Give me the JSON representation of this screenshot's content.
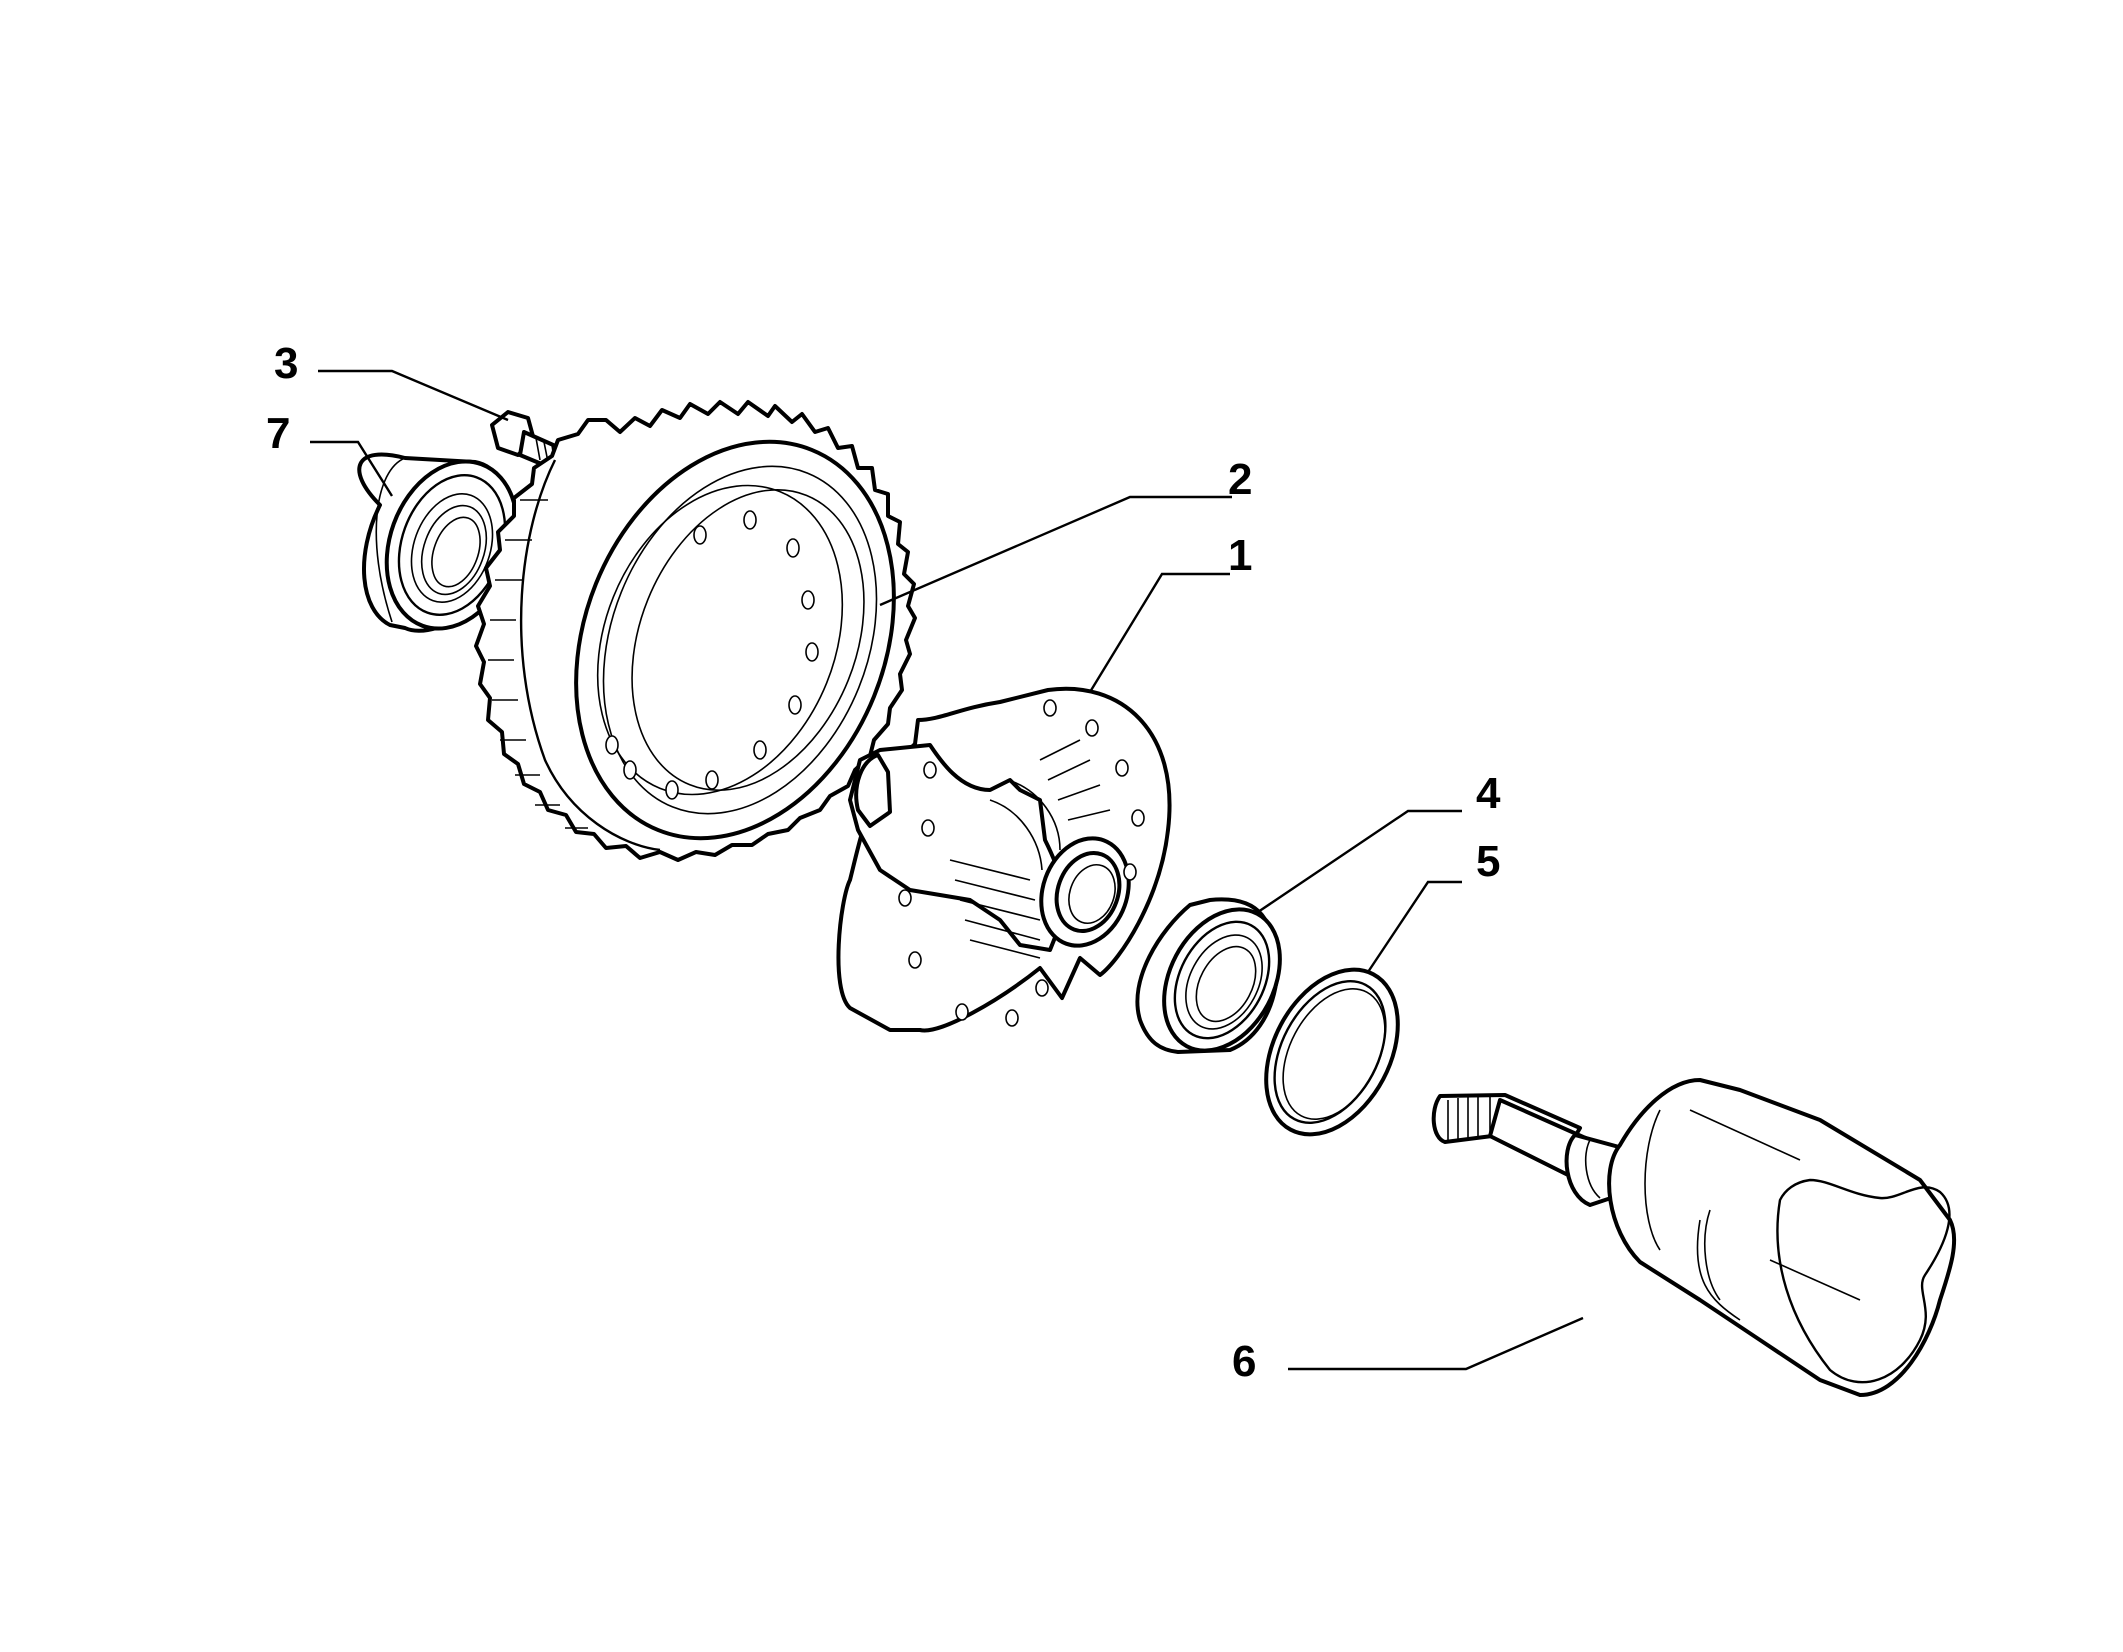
{
  "diagram": {
    "callouts": [
      {
        "id": "c1",
        "label": "1"
      },
      {
        "id": "c2",
        "label": "2"
      },
      {
        "id": "c3",
        "label": "3"
      },
      {
        "id": "c4",
        "label": "4"
      },
      {
        "id": "c5",
        "label": "5"
      },
      {
        "id": "c6",
        "label": "6"
      },
      {
        "id": "c7",
        "label": "7"
      }
    ],
    "colors": {
      "line": "#000000",
      "background": "#ffffff"
    }
  }
}
